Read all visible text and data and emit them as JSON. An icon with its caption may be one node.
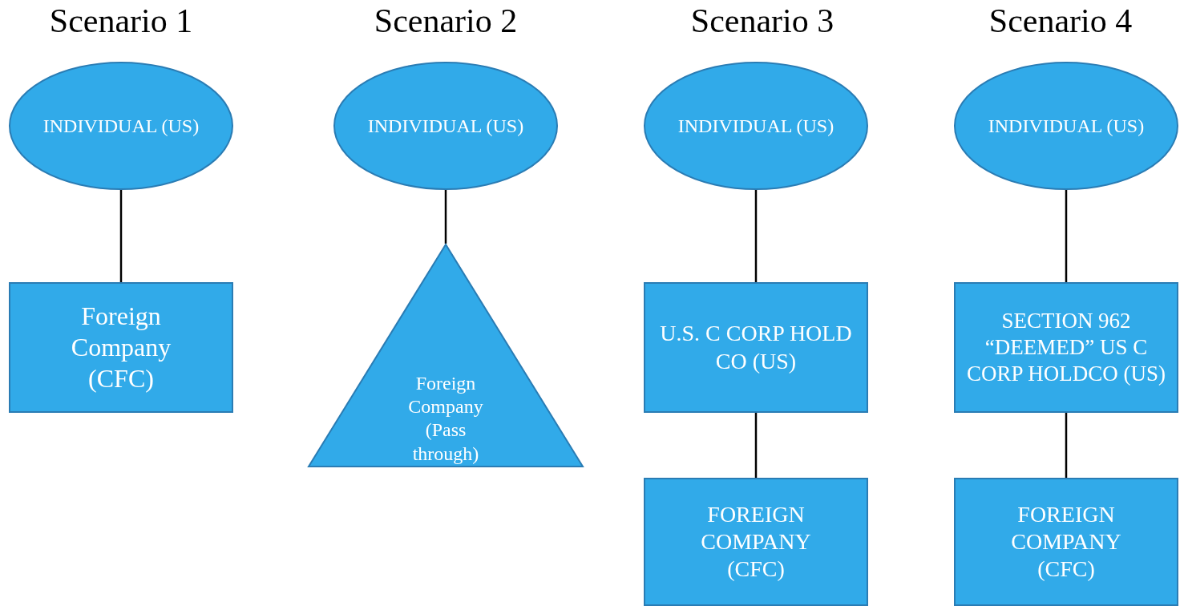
{
  "diagram": {
    "nodes": [
      {
        "text": [
          "INDIVIDUAL (US)"
        ]
      },
      {
        "text": [
          "Foreign Company (CFC)"
        ]
      },
      {
        "text": [
          "INDIVIDUAL (US)"
        ]
      },
      {
        "text": [
          "Foreign Company (Pass through)"
        ]
      },
      {
        "text": [
          "INDIVIDUAL (US)"
        ]
      },
      {
        "text": [
          "U.S. C CORP HOLD CO (US)"
        ]
      },
      {
        "text": [
          "FOREIGN COMPANY (CFC)"
        ]
      },
      {
        "text": [
          "INDIVIDUAL (US)"
        ]
      },
      {
        "text": [
          "SECTION 962 “DEEMED” US C CORP HOLDCO (US)"
        ]
      },
      {
        "text": [
          "FOREIGN COMPANY (CFC)"
        ]
      }
    ],
    "edges": [
      {
        "from": 0,
        "to": 1,
        "arrow": "none"
      },
      {
        "from": 2,
        "to": 3,
        "arrow": "none"
      },
      {
        "from": 4,
        "to": 5,
        "arrow": "none"
      },
      {
        "from": 5,
        "to": 6,
        "arrow": "none"
      },
      {
        "from": 7,
        "to": 8,
        "arrow": "none"
      },
      {
        "from": 8,
        "to": 9,
        "arrow": "none"
      }
    ],
    "labels": [
      "Scenario 1",
      "Scenario 2",
      "Scenario 3",
      "Scenario 4"
    ]
  }
}
